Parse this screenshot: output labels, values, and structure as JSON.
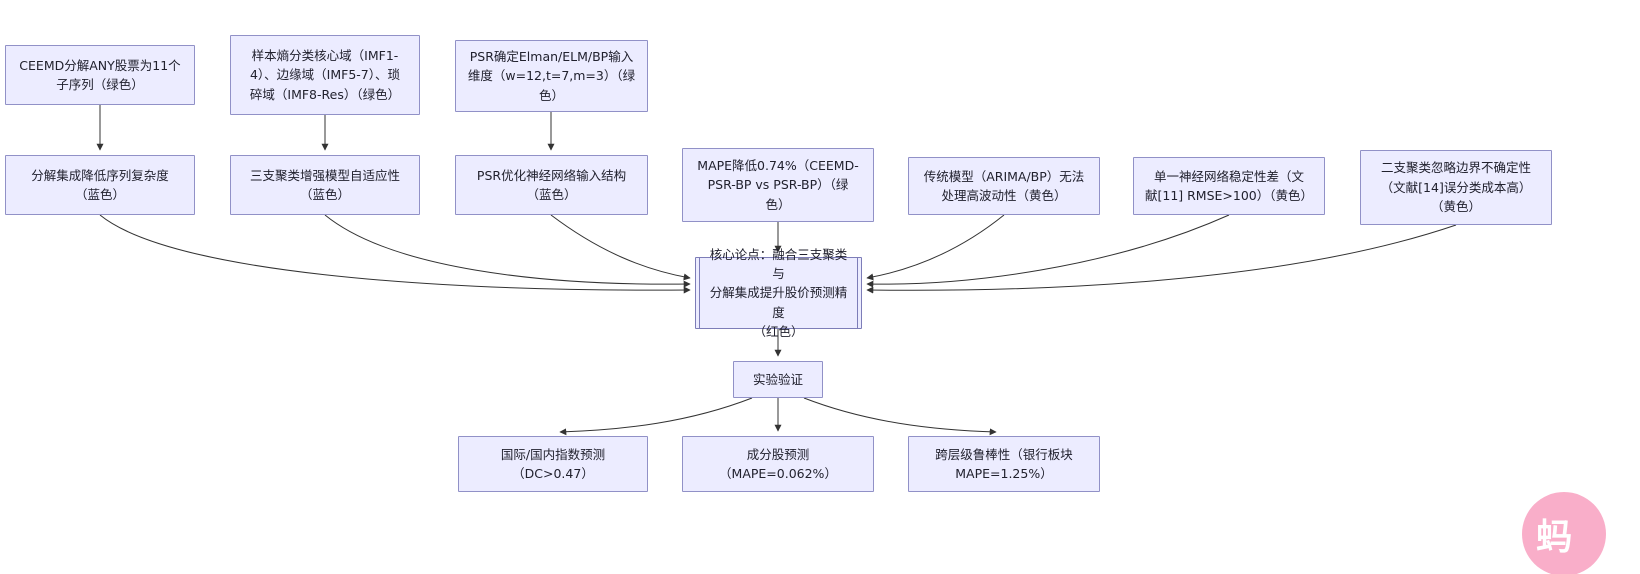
{
  "diagram": {
    "background": "#ffffff",
    "node_fill": "#ececff",
    "node_border": "#9191c7",
    "center_border": "#7d7db8",
    "edge_color": "#333333",
    "watermark_color": "#f9aec9"
  },
  "nodes": {
    "ceemd": {
      "label": "CEEMD分解ANY股票为11个\n子序列（绿色）"
    },
    "entropy": {
      "label": "样本熵分类核心域（IMF1-\n4）、边缘域（IMF5-7）、琐\n碎域（IMF8-Res）（绿色）"
    },
    "psr_dim": {
      "label": "PSR确定Elman/ELM/BP输入\n维度（w=12,t=7,m=3）（绿\n色）"
    },
    "decomp": {
      "label": "分解集成降低序列复杂度\n（蓝色）"
    },
    "threeway": {
      "label": "三支聚类增强模型自适应性\n（蓝色）"
    },
    "psr_opt": {
      "label": "PSR优化神经网络输入结构\n（蓝色）"
    },
    "mape": {
      "label": "MAPE降低0.74%（CEEMD-\nPSR-BP vs PSR-BP）（绿\n色）"
    },
    "traditional": {
      "label": "传统模型（ARIMA/BP）无法\n处理高波动性（黄色）"
    },
    "single_nn": {
      "label": "单一神经网络稳定性差（文\n献[11] RMSE>100）（黄色）"
    },
    "twoway": {
      "label": "二支聚类忽略边界不确定性\n（文献[14]误分类成本高）\n（黄色）"
    },
    "core": {
      "label": "核心论点：融合三支聚类与\n分解集成提升股价预测精度\n（红色）"
    },
    "experiment": {
      "label": "实验验证"
    },
    "index_pred": {
      "label": "国际/国内指数预测\n（DC>0.47）"
    },
    "component_pred": {
      "label": "成分股预测\n（MAPE=0.062%）"
    },
    "robustness": {
      "label": "跨层级鲁棒性（银行板块\nMAPE=1.25%）"
    }
  },
  "watermark": {
    "text": "蚂"
  }
}
